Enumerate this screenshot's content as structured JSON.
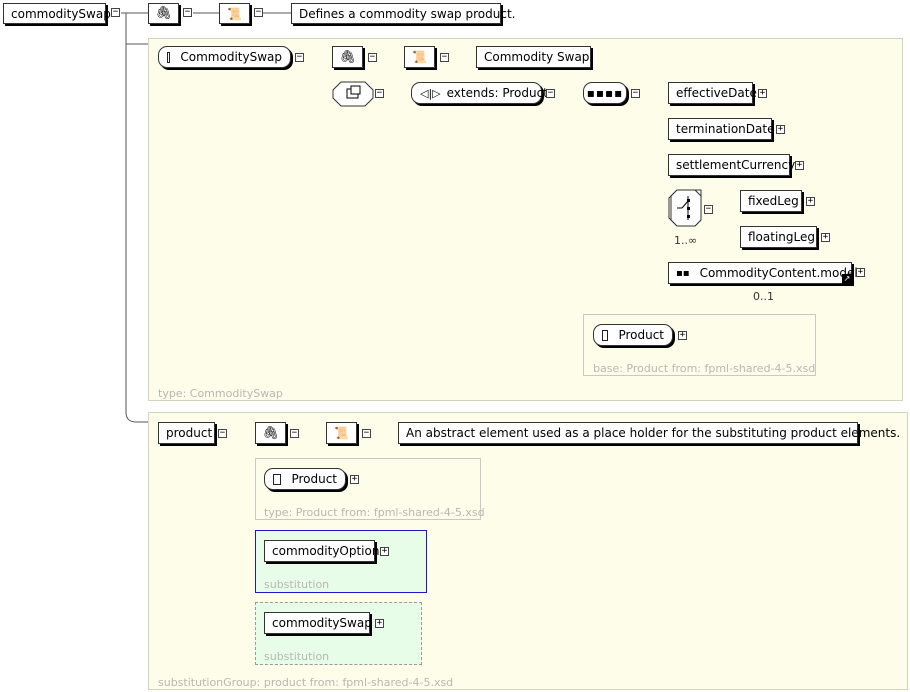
{
  "root": {
    "name": "commoditySwap",
    "annotation": "Defines a commodity swap product."
  },
  "type_panel": {
    "complex_type_name": "CommoditySwap",
    "annotation": "Commodity Swap.",
    "extends_label": "extends: Product",
    "caption": "type: CommoditySwap",
    "sequence_children": [
      "effectiveDate",
      "terminationDate",
      "settlementCurrency"
    ],
    "choice_children": [
      "fixedLeg",
      "floatingLeg"
    ],
    "choice_cardinality": "1..∞",
    "group_ref": "CommodityContent.model",
    "group_cardinality": "0..1",
    "base_type": "Product",
    "base_caption": "base: Product from: fpml-shared-4-5.xsd"
  },
  "group_panel": {
    "element_name": "product",
    "annotation": "An abstract element used as a place holder for the substituting product elements.",
    "type_box_label": "Product",
    "type_caption": "type: Product from: fpml-shared-4-5.xsd",
    "substitutions": [
      {
        "name": "commodityOption",
        "caption": "substitution"
      },
      {
        "name": "commoditySwap",
        "caption": "substitution"
      }
    ],
    "caption": "substitutionGroup: product from: fpml-shared-4-5.xsd"
  },
  "colors": {
    "panel_bg": "#fdfde9",
    "substitution_bg": "#e8fde8",
    "selected_border": "#1a1acc",
    "caption_gray": "#b7b7b7"
  },
  "icons": {
    "annotation": "paperclip-icon",
    "documentation": "scroll-icon",
    "sequence": "sequence-icon",
    "choice": "choice-icon",
    "collapse": "minus-icon",
    "expand": "plus-icon"
  }
}
